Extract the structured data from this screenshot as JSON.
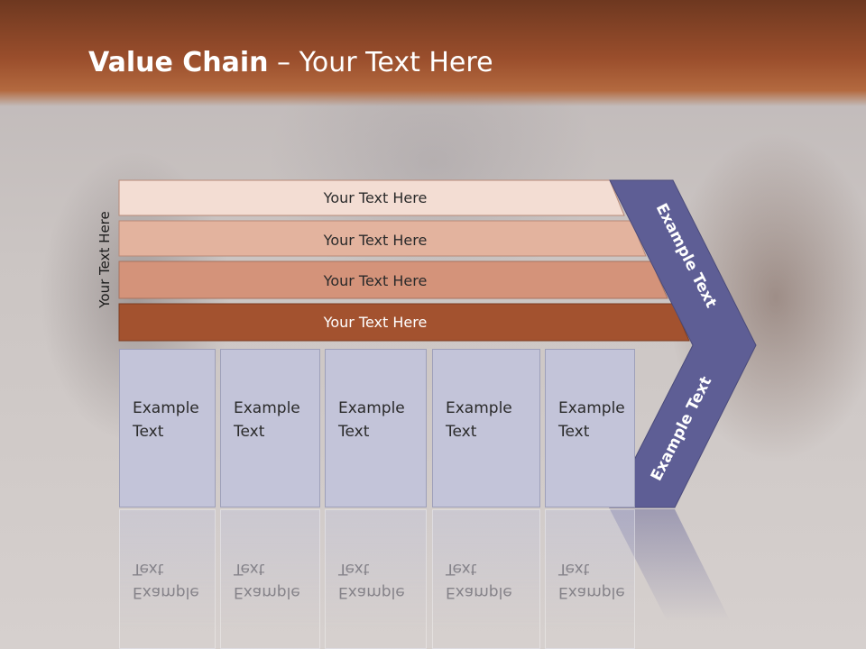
{
  "slide": {
    "title_bold": "Value Chain",
    "title_rest": " – Your Text Here",
    "vertical_label": "Your Text Here"
  },
  "bars": [
    {
      "label": "Your Text Here",
      "color": "#f3ddd3"
    },
    {
      "label": "Your Text Here",
      "color": "#e3b39e"
    },
    {
      "label": "Your Text Here",
      "color": "#d4937a"
    },
    {
      "label": "Your Text Here",
      "color": "#a3522f"
    }
  ],
  "boxes": [
    {
      "line1": "Example",
      "line2": "Text"
    },
    {
      "line1": "Example",
      "line2": "Text"
    },
    {
      "line1": "Example",
      "line2": "Text"
    },
    {
      "line1": "Example",
      "line2": "Text"
    },
    {
      "line1": "Example",
      "line2": "Text"
    }
  ],
  "chevron": {
    "upper_label": "Example Text",
    "lower_label": "Example Text",
    "color": "#5e5e95"
  },
  "colors": {
    "header": "#9a4e2c",
    "box_fill": "#c3c4d9"
  }
}
